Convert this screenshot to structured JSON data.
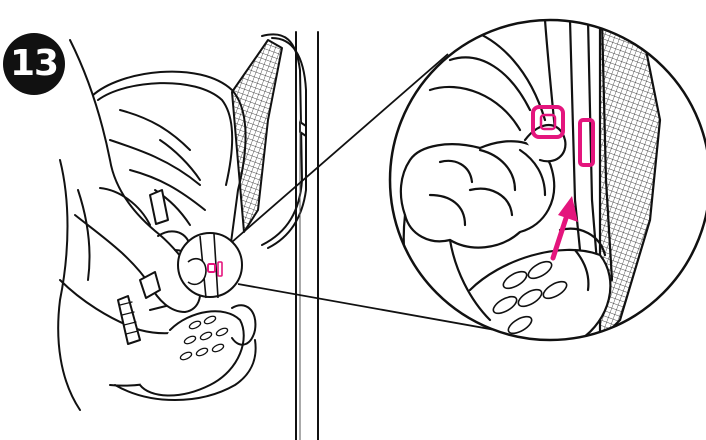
{
  "step": {
    "number": "13"
  },
  "colors": {
    "line": "#111111",
    "highlight": "#e4157d",
    "background": "#ffffff"
  },
  "icons": {
    "step-badge": "filled-black-circle-with-number",
    "detail-callout": "magnifier-circle",
    "direction-arrow": "magenta-up-arrow"
  }
}
